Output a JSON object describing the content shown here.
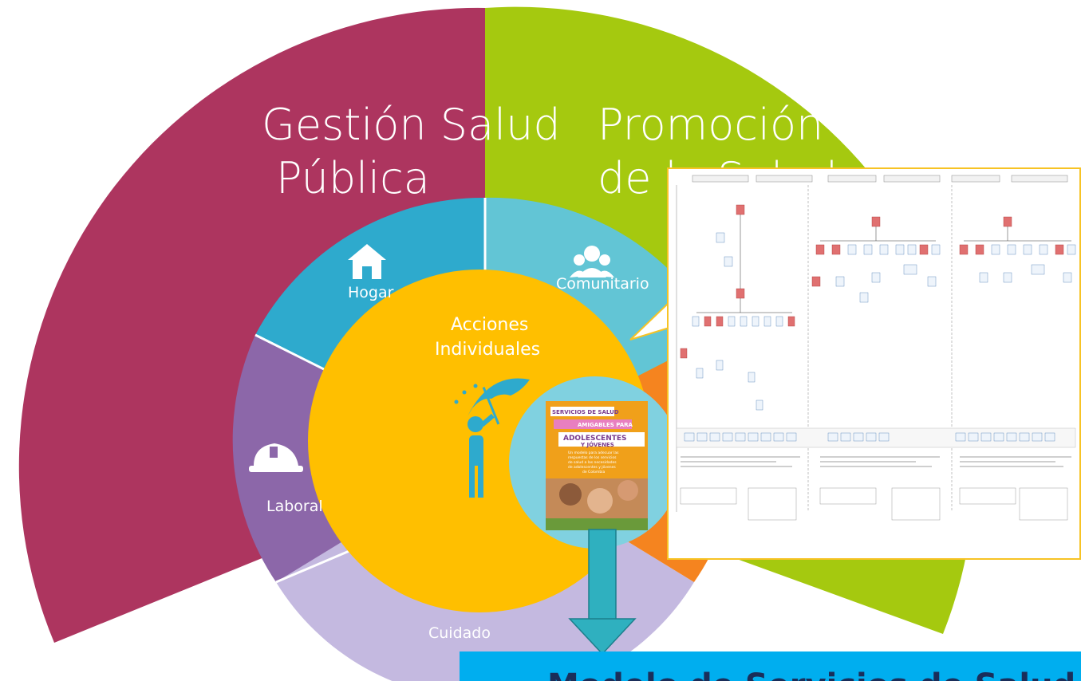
{
  "titles": {
    "gestion_line1": "Gestión Salud",
    "gestion_line2": "Pública",
    "promocion_line1": "Promoción",
    "promocion_line2": "de la Salud"
  },
  "segments": {
    "hogar": "Hogar",
    "comunitario": "Comunitario",
    "laboral": "Laboral",
    "cuidado": "Cuidado"
  },
  "core": {
    "line1": "Acciones",
    "line2": "Individuales"
  },
  "booklet": {
    "banner_line1": "SERVICIOS DE SALUD",
    "banner_line2": "AMIGABLES PARA",
    "banner_line3": "ADOLESCENTES",
    "banner_line4": "Y JÓVENES",
    "subtitle_line1": "Un modelo para adecuar las",
    "subtitle_line2": "respuestas de los servicios",
    "subtitle_line3": "de salud a las necesidades",
    "subtitle_line4": "de adolescentes y jóvenes",
    "subtitle_line5": "de Colombia"
  },
  "bottom_banner": {
    "text": "Modelo de Servicios de Salud Amigables"
  },
  "colors": {
    "gestion": "#ad355f",
    "promocion": "#a5c90f",
    "hogar": "#2eaacd",
    "comunitario": "#62c5d5",
    "laboral": "#8c67a9",
    "cuidado": "#c4b9e0",
    "core": "#ffbf00",
    "orange": "#f5841f",
    "arrow": "#2fb0bf",
    "banner": "#00aeef"
  },
  "icons": [
    "house-icon",
    "people-icon",
    "hard-hat-icon",
    "umbrella-person-icon",
    "arrow-down-icon"
  ]
}
